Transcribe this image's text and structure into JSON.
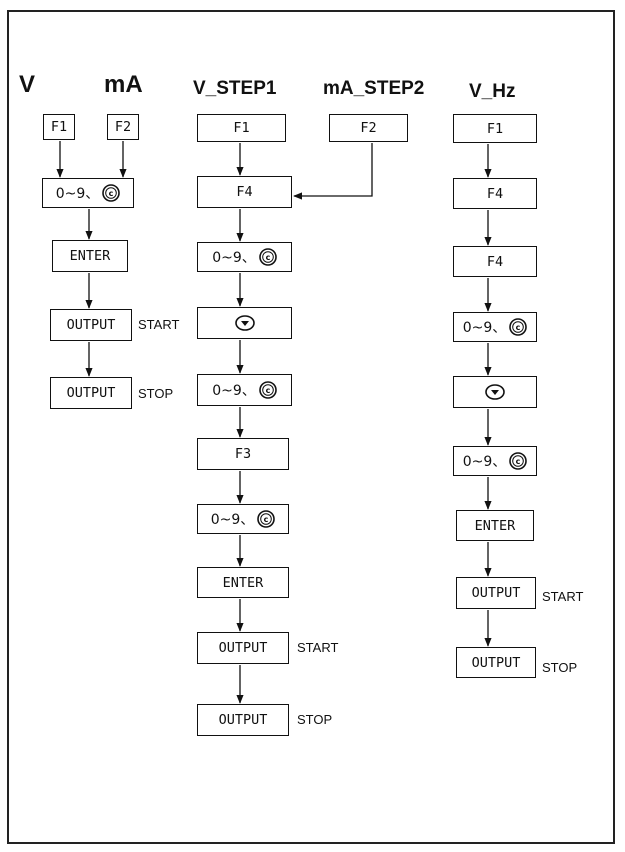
{
  "headers": {
    "v": "V",
    "ma": "mA",
    "v_step1": "V_STEP1",
    "ma_step2": "mA_STEP2",
    "v_hz": "V_Hz"
  },
  "keys": {
    "f1": "F1",
    "f2": "F2",
    "f3": "F3",
    "f4": "F4",
    "enter": "ENTER",
    "output": "OUTPUT",
    "digits": "0~9、",
    "clear_symbol": "c",
    "down_icon": "down-key-icon"
  },
  "notes": {
    "start": "START",
    "stop": "STOP"
  }
}
